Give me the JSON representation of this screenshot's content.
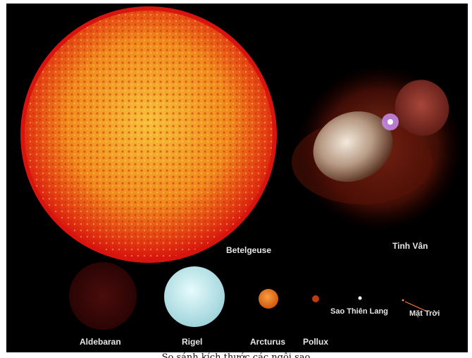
{
  "labels": {
    "betelgeuse": "Betelgeuse",
    "nebula": "Tinh Vân",
    "aldebaran": "Aldebaran",
    "rigel": "Rigel",
    "arcturus": "Arcturus",
    "pollux": "Pollux",
    "sirius": "Sao Thiên Lang",
    "sun": "Mặt Trời"
  },
  "caption": "So sánh kích thước các ngôi sao",
  "colors": {
    "background": "#000000",
    "betelgeuse": "#f0a020",
    "betelgeuse_edge": "#e01a10",
    "aldebaran": "#3a0808",
    "rigel": "#bfe6ea",
    "arcturus": "#e8741c",
    "pollux": "#c03a10",
    "sirius": "#ffffff",
    "sun": "#ff7a40",
    "nebula": "#6a1a10"
  }
}
